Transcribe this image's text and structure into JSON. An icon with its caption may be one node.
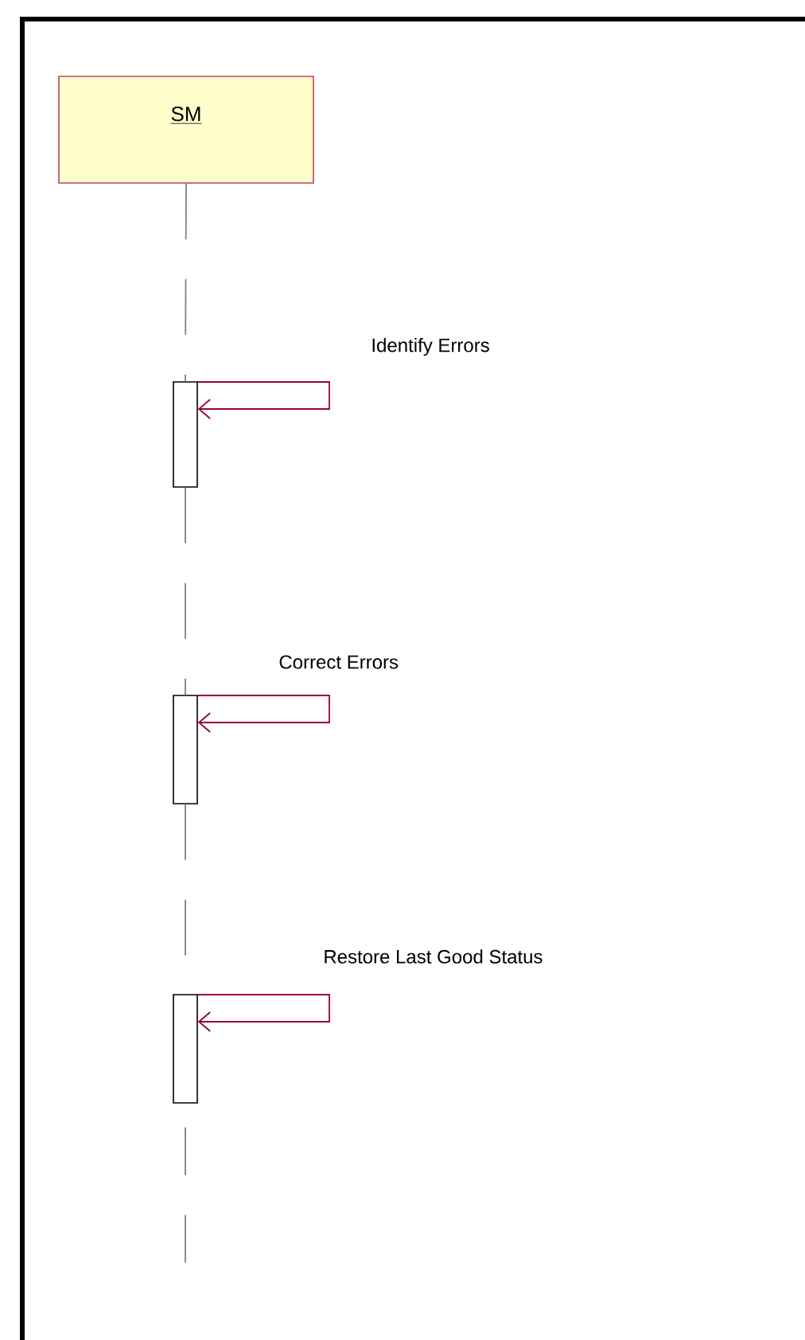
{
  "diagram": {
    "nodes": [
      {
        "text": [
          "SM"
        ]
      },
      {
        "text": [],
        "shape": "bar"
      },
      {
        "text": [],
        "shape": "bar"
      },
      {
        "text": [],
        "shape": "bar"
      }
    ],
    "edges": [
      {
        "from": 0,
        "to": 1,
        "arrow": "none",
        "style": "dashed",
        "color": "#808080"
      },
      {
        "from": 1,
        "to": 2,
        "arrow": "none",
        "style": "dashed",
        "color": "#808080"
      },
      {
        "from": 2,
        "to": 3,
        "arrow": "none",
        "style": "dashed",
        "color": "#808080"
      },
      {
        "from": 1,
        "to": 1,
        "arrow": "to",
        "label": "Identify Errors",
        "color": "#990033"
      },
      {
        "from": 2,
        "to": 2,
        "arrow": "to",
        "label": "Correct Errors",
        "color": "#990033"
      },
      {
        "from": 3,
        "to": 3,
        "arrow": "to",
        "label": "Restore Last Good Status",
        "color": "#990033"
      }
    ]
  }
}
